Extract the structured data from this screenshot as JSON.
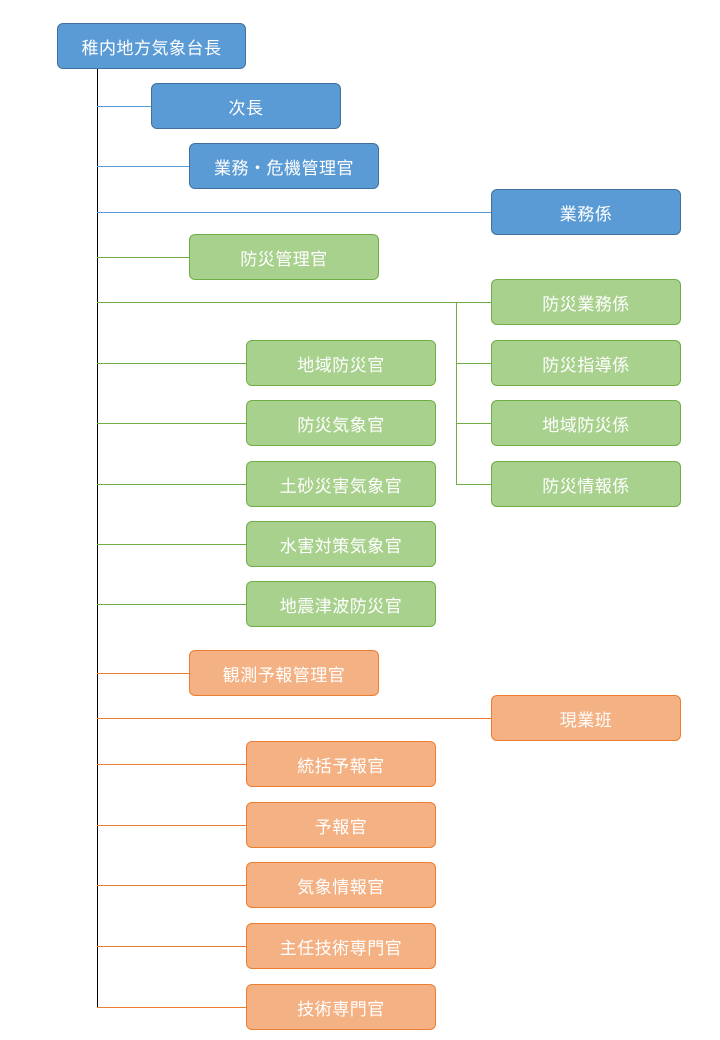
{
  "colors": {
    "director": "#5b9bd5",
    "general_affairs": "#5b9bd5",
    "disaster_prevention": "#a9d18e",
    "observation_forecast": "#f4b183",
    "trunk_line": "#000000"
  },
  "root": {
    "label": "稚内地方気象台長"
  },
  "units": {
    "deputy": "次長",
    "affairs_officer": "業務・危機管理官",
    "affairs_section": "業務係",
    "dp_manager": "防災管理官",
    "dp_affairs_section": "防災業務係",
    "dp_guidance_section": "防災指導係",
    "regional_dp_section": "地域防災係",
    "dp_info_section": "防災情報係",
    "regional_dp_officer": "地域防災官",
    "dp_weather_officer": "防災気象官",
    "sediment_officer": "土砂災害気象官",
    "flood_officer": "水害対策気象官",
    "quake_tsunami_officer": "地震津波防災官",
    "obs_manager": "観測予報管理官",
    "field_team": "現業班",
    "chief_forecaster": "統括予報官",
    "forecaster": "予報官",
    "weather_info_officer": "気象情報官",
    "senior_tech_specialist": "主任技術専門官",
    "tech_specialist": "技術専門官"
  }
}
